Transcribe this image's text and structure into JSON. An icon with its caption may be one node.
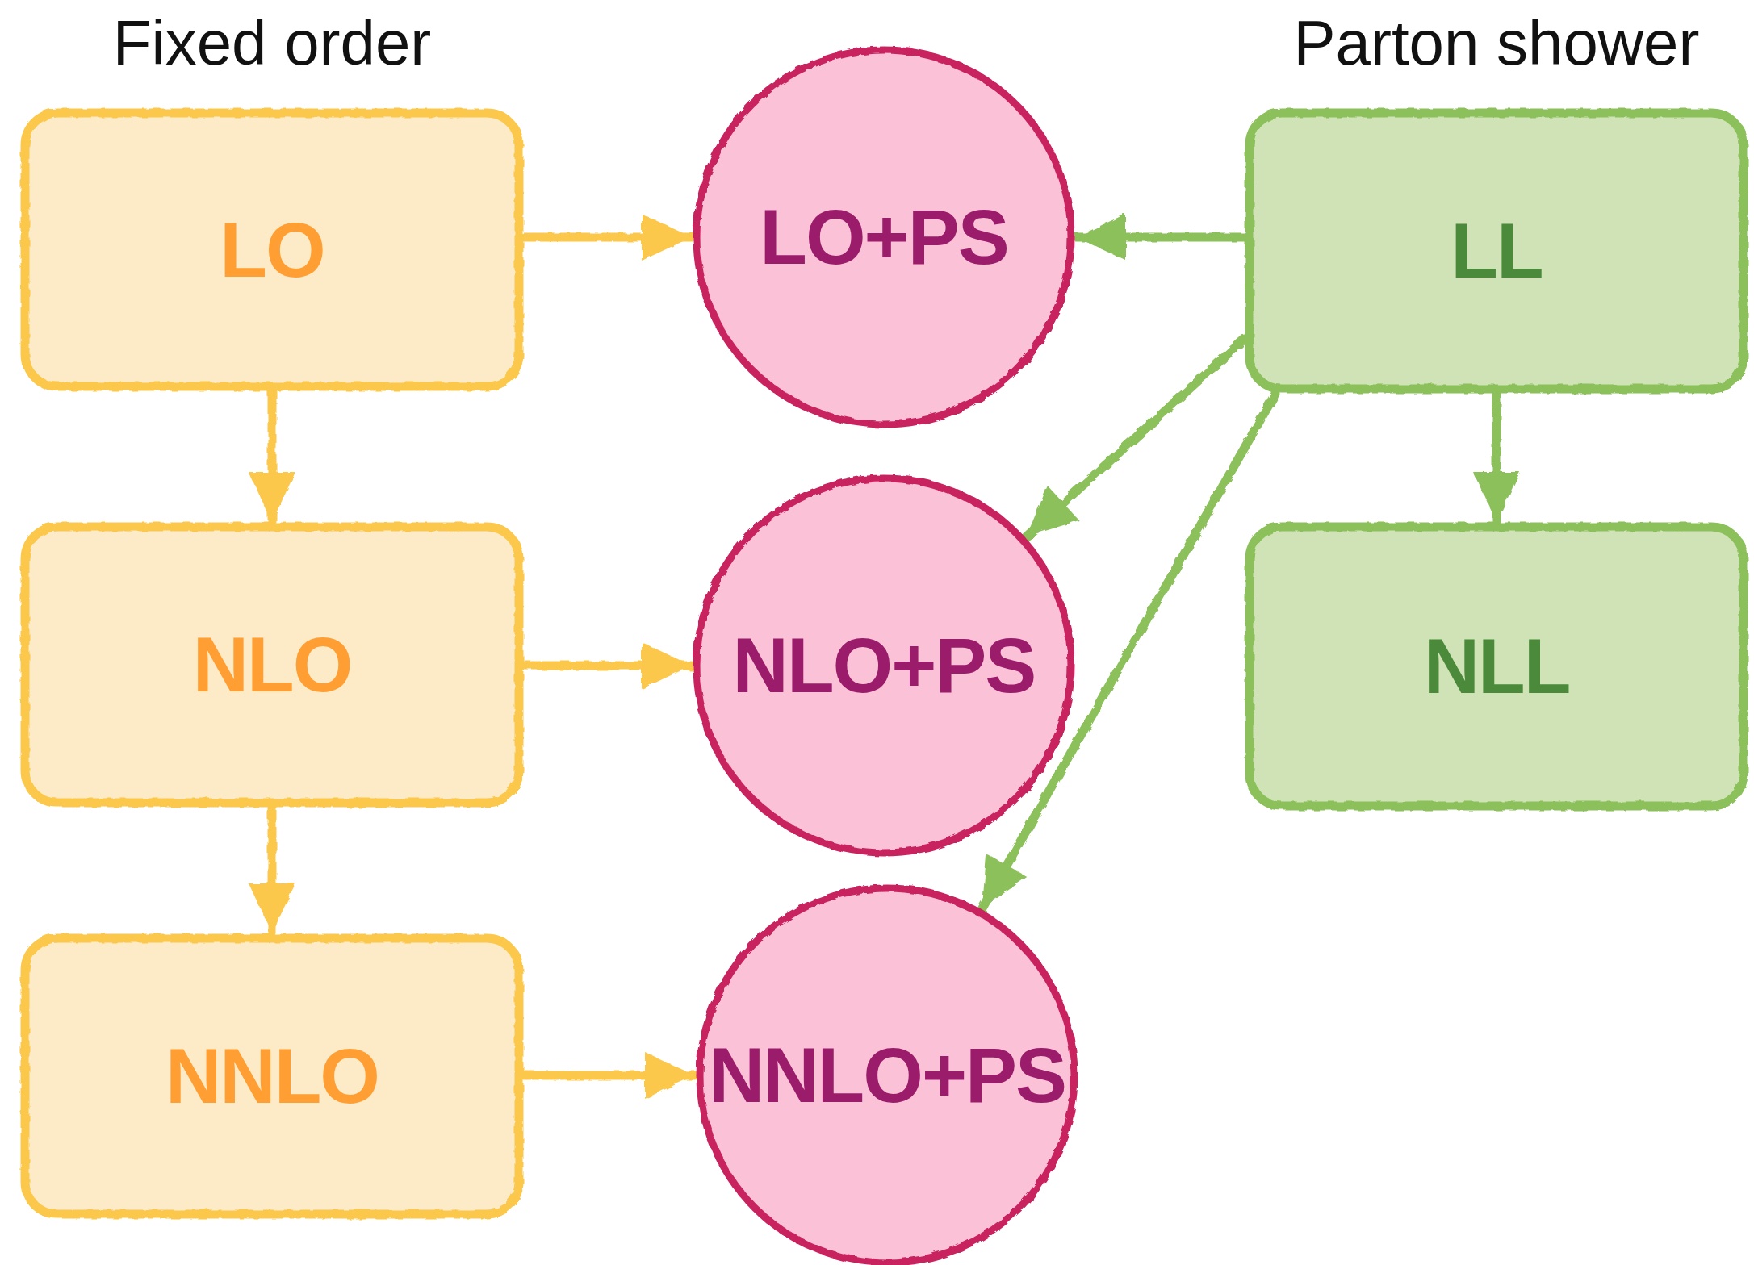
{
  "diagram": {
    "nodes": [
      {
        "text": [
          "LO"
        ]
      },
      {
        "text": [
          "NLO"
        ]
      },
      {
        "text": [
          "NNLO"
        ]
      },
      {
        "text": [
          "LO+PS"
        ]
      },
      {
        "text": [
          "NLO+PS"
        ]
      },
      {
        "text": [
          "NNLO+PS"
        ]
      },
      {
        "text": [
          "LL"
        ]
      },
      {
        "text": [
          "NLL"
        ]
      }
    ],
    "edges": [
      {
        "from": 0,
        "to": 3,
        "arrow": "to"
      },
      {
        "from": 1,
        "to": 4,
        "arrow": "to"
      },
      {
        "from": 2,
        "to": 5,
        "arrow": "to"
      },
      {
        "from": 0,
        "to": 1,
        "arrow": "to"
      },
      {
        "from": 1,
        "to": 2,
        "arrow": "to"
      },
      {
        "from": 6,
        "to": 3,
        "arrow": "to",
        "color": "#8bc05a"
      },
      {
        "from": 6,
        "to": 4,
        "arrow": "to",
        "color": "#8bc05a"
      },
      {
        "from": 6,
        "to": 5,
        "arrow": "to",
        "color": "#8bc05a"
      },
      {
        "from": 6,
        "to": 7,
        "arrow": "to",
        "color": "#8bc05a"
      }
    ],
    "labels": [
      "Fixed order",
      "Parton shower"
    ]
  }
}
